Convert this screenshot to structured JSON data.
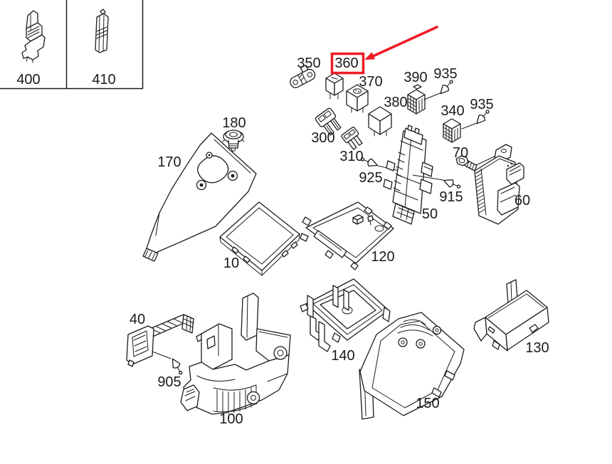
{
  "diagram": {
    "background_color": "#ffffff",
    "line_color": "#1c1c1c",
    "highlight": {
      "part_number": "360",
      "color": "#ed1c24",
      "style": "box-and-arrow"
    },
    "legend": {
      "cells": [
        {
          "part_number": "400"
        },
        {
          "part_number": "410"
        }
      ]
    },
    "callouts": [
      {
        "part_number": "350"
      },
      {
        "part_number": "360",
        "highlighted": true
      },
      {
        "part_number": "370"
      },
      {
        "part_number": "380"
      },
      {
        "part_number": "390"
      },
      {
        "part_number": "935"
      },
      {
        "part_number": "340"
      },
      {
        "part_number": "935"
      },
      {
        "part_number": "300"
      },
      {
        "part_number": "310"
      },
      {
        "part_number": "925"
      },
      {
        "part_number": "50"
      },
      {
        "part_number": "915"
      },
      {
        "part_number": "70"
      },
      {
        "part_number": "60"
      },
      {
        "part_number": "180"
      },
      {
        "part_number": "170"
      },
      {
        "part_number": "10"
      },
      {
        "part_number": "120"
      },
      {
        "part_number": "40"
      },
      {
        "part_number": "905"
      },
      {
        "part_number": "100"
      },
      {
        "part_number": "140"
      },
      {
        "part_number": "150"
      },
      {
        "part_number": "130"
      }
    ]
  }
}
